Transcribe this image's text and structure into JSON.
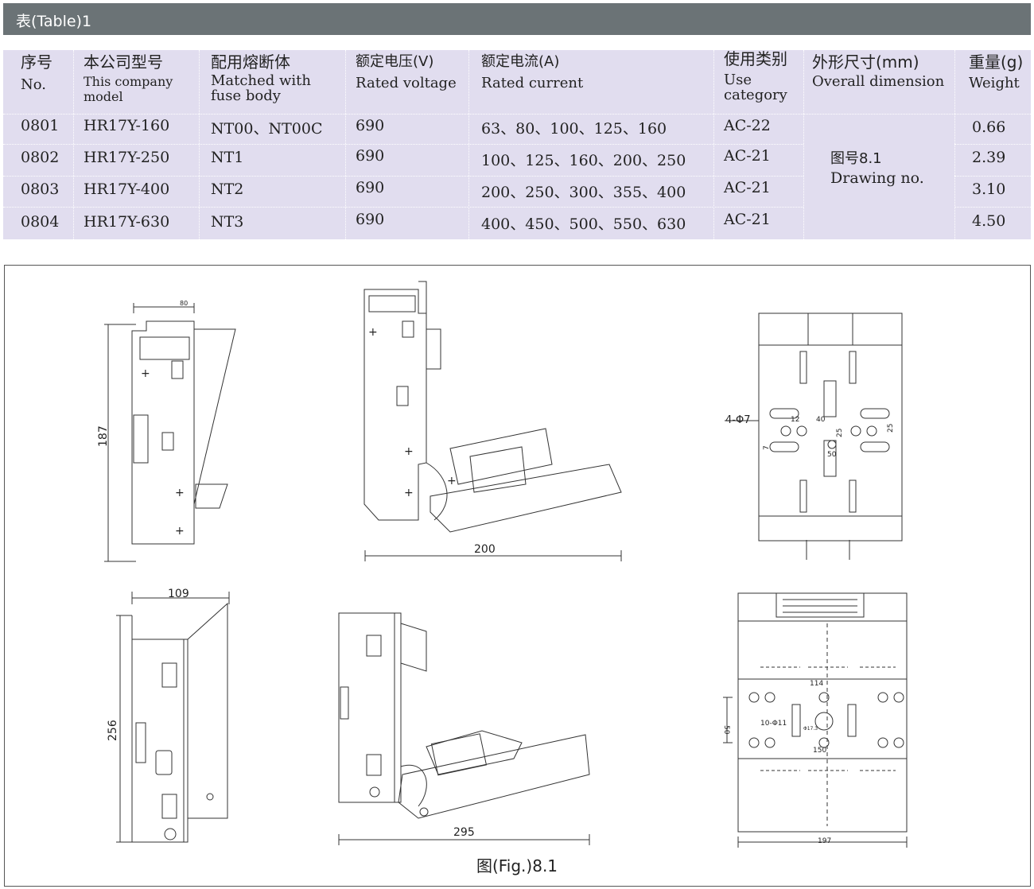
{
  "title": "表(Table)1",
  "columns": [
    {
      "cn": "序号",
      "en": "No."
    },
    {
      "cn": "本公司型号",
      "en": "This company model"
    },
    {
      "cn": "配用熔断体",
      "en": "Matched with fuse body"
    },
    {
      "cn": "额定电压(V)",
      "en": "Rated voltage"
    },
    {
      "cn": "额定电流(A)",
      "en": "Rated current"
    },
    {
      "cn": "使用类别",
      "en": "Use category"
    },
    {
      "cn": "外形尺寸(mm)",
      "en": "Overall dimension"
    },
    {
      "cn": "重量(g)",
      "en": "Weight"
    }
  ],
  "rows": [
    {
      "no": "0801",
      "model": "HR17Y-160",
      "fuse": "NT00、NT00C",
      "voltage": "690",
      "current": "63、80、100、125、160",
      "category": "AC-22",
      "weight": "0.66"
    },
    {
      "no": "0802",
      "model": "HR17Y-250",
      "fuse": "NT1",
      "voltage": "690",
      "current": "100、125、160、200、250",
      "category": "AC-21",
      "weight": "2.39"
    },
    {
      "no": "0803",
      "model": "HR17Y-400",
      "fuse": "NT2",
      "voltage": "690",
      "current": "200、250、300、355、400",
      "category": "AC-21",
      "weight": "3.10"
    },
    {
      "no": "0804",
      "model": "HR17Y-630",
      "fuse": "NT3",
      "voltage": "690",
      "current": "400、450、500、550、630",
      "category": "AC-21",
      "weight": "4.50"
    }
  ],
  "dimension_note": {
    "cn": "图号8.1",
    "en": "Drawing no."
  },
  "drawing": {
    "small_top_width": "80",
    "small_height": "187",
    "small_open_length": "200",
    "small_hole_label": "4-Φ7",
    "small_dim_12": "12",
    "small_dim_40": "40",
    "small_dim_25a": "25",
    "small_dim_25b": "25",
    "small_dim_7": "7",
    "small_dim_50": "50",
    "large_top_width": "109",
    "large_height": "256",
    "large_open_length": "295",
    "large_dim_114": "114",
    "large_dim_50": "50",
    "large_hole_label": "10-Φ11",
    "large_dim_173": "Φ17.3",
    "large_dim_150": "150",
    "large_width": "197"
  },
  "caption": "图(Fig.)8.1"
}
